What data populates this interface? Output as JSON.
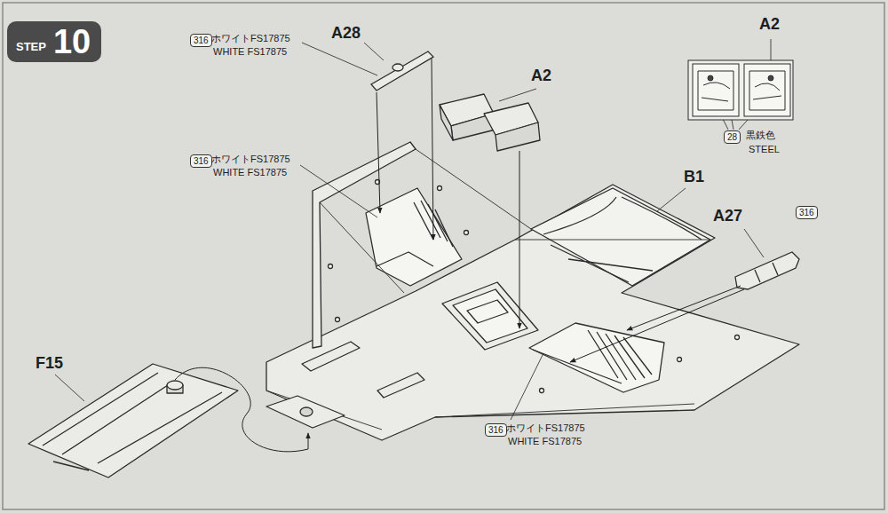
{
  "diagram": {
    "nodes": [
      {
        "text": [
          "STEP",
          "10"
        ]
      },
      {
        "text": [
          "316"
        ]
      },
      {
        "text": [
          "316"
        ]
      },
      {
        "text": [
          "316"
        ]
      },
      {
        "text": [
          "28"
        ]
      },
      {
        "text": [
          "316"
        ]
      }
    ],
    "labels": [
      "A28",
      "A2",
      "ホワイトFS17875",
      "WHITE FS17875",
      "A2",
      "黒鉄色",
      "STEEL",
      "ホワイトFS17875",
      "WHITE FS17875",
      "B1",
      "A27",
      "F15",
      "ホワイトFS17875",
      "WHITE FS17875"
    ]
  }
}
